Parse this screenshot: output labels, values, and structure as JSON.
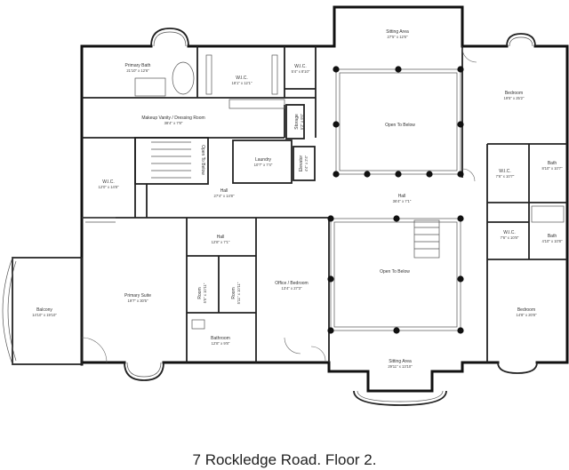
{
  "caption": "7 Rockledge Road. Floor 2.",
  "rooms": {
    "sitting_top": {
      "name": "Sitting Area",
      "dim": "27'5\" x 12'6\""
    },
    "primary_bath": {
      "name": "Primary Bath",
      "dim": "21'10\" x 12'6\""
    },
    "wic_main": {
      "name": "W.I.C.",
      "dim": "18'1\" x 12'1\""
    },
    "wic_small_top": {
      "name": "W.I.C.",
      "dim": "5'4\" x 8'10\""
    },
    "makeup": {
      "name": "Makeup Vanity / Dressing Room",
      "dim": "38'4\" x 7'8\""
    },
    "storage": {
      "name": "Storage",
      "dim": "5'2\" x 9'6\""
    },
    "open_below_top": {
      "name": "Open To Below"
    },
    "bedroom_right": {
      "name": "Bedroom",
      "dim": "19'5\" x 25'2\""
    },
    "open_below_stair": {
      "name": "Open To Below"
    },
    "laundry": {
      "name": "Laundry",
      "dim": "10'7\" x 7'4\""
    },
    "elevator": {
      "name": "Elevator",
      "dim": "4'4\" x 2'4\""
    },
    "wic_left": {
      "name": "W.I.C.",
      "dim": "12'0\" x 14'8\""
    },
    "hall_center": {
      "name": "Hall",
      "dim": "27'4\" x 14'8\""
    },
    "hall_right": {
      "name": "Hall",
      "dim": "36'4\" x 7'1\""
    },
    "wic_r1": {
      "name": "W.I.C.",
      "dim": "7'6\" x 10'7\""
    },
    "bath_r1": {
      "name": "Bath",
      "dim": "8'10\" x 10'7\""
    },
    "wic_r2": {
      "name": "W.I.C.",
      "dim": "7'6\" x 10'8\""
    },
    "bath_r2": {
      "name": "Bath",
      "dim": "4'10\" x 10'8\""
    },
    "hall_small": {
      "name": "Hall",
      "dim": "12'8\" x 7'1\""
    },
    "room_a": {
      "name": "Room",
      "dim": "5'5\" x 10'11\""
    },
    "room_b": {
      "name": "Room",
      "dim": "5'11\" x 10'11\""
    },
    "balcony": {
      "name": "Balcony",
      "dim": "14'10\" x 19'10\""
    },
    "primary_suite": {
      "name": "Primary Suite",
      "dim": "19'7\" x 30'5\""
    },
    "office": {
      "name": "Office / Bedroom",
      "dim": "13'4\" x 27'3\""
    },
    "open_below_mid": {
      "name": "Open To Below"
    },
    "bedroom_br": {
      "name": "Bedroom",
      "dim": "14'8\" x 20'8\""
    },
    "bathroom": {
      "name": "Bathroom",
      "dim": "12'8\" x 9'8\""
    },
    "sitting_bottom": {
      "name": "Sitting Area",
      "dim": "29'11\" x 13'10\""
    }
  }
}
